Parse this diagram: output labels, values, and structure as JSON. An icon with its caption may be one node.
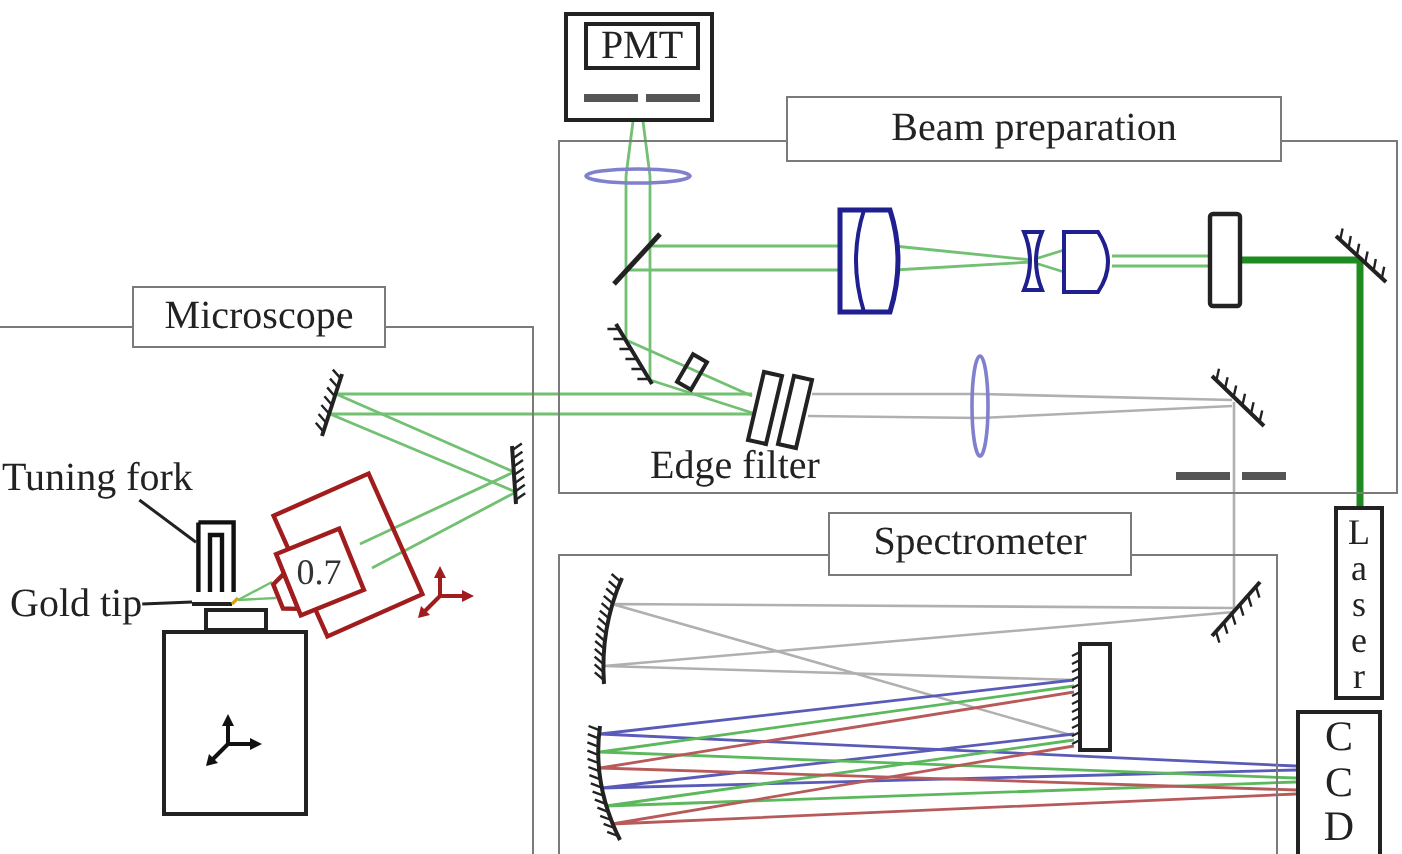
{
  "diagram": {
    "nodes": [
      {
        "text": [
          "PMT"
        ]
      },
      {
        "text": [
          "Beam preparation"
        ]
      },
      {
        "text": [
          "Microscope"
        ]
      },
      {
        "text": [
          "Tuning fork"
        ],
        "in": 2
      },
      {
        "text": [],
        "shape": "picture",
        "in": 2
      },
      {
        "text": [
          "0.7"
        ],
        "in": 2
      },
      {
        "text": [
          "Gold tip"
        ],
        "in": 2
      },
      {
        "text": [],
        "shape": "picture",
        "in": 2
      },
      {
        "text": [],
        "shape": "box",
        "in": 2
      },
      {
        "text": [
          "Laser"
        ]
      },
      {
        "text": [
          "Spectrometer"
        ]
      },
      {
        "text": [
          "CCD"
        ]
      }
    ],
    "edges": [
      {
        "from": 3,
        "to": 4,
        "arrow": "none"
      },
      {
        "from": 6,
        "to": 7,
        "arrow": "none"
      }
    ],
    "labels": [
      "Edge filter"
    ]
  }
}
